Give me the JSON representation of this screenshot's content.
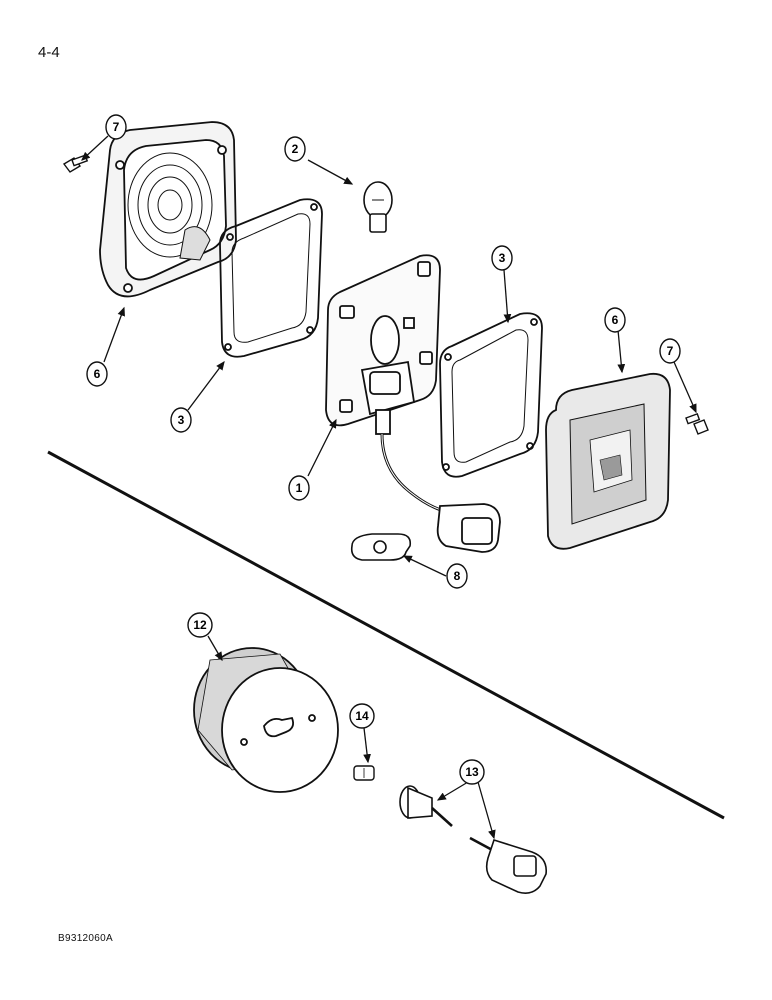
{
  "page": {
    "page_number": "4-4",
    "figure_code": "B9312060A"
  },
  "callouts": [
    {
      "id": "c7a",
      "label": "7",
      "part": "screw"
    },
    {
      "id": "c2",
      "label": "2",
      "part": "bulb"
    },
    {
      "id": "c6a",
      "label": "6",
      "part": "housing"
    },
    {
      "id": "c3a",
      "label": "3",
      "part": "gasket"
    },
    {
      "id": "c1",
      "label": "1",
      "part": "lamp-base-socket"
    },
    {
      "id": "c3b",
      "label": "3",
      "part": "gasket"
    },
    {
      "id": "c6b",
      "label": "6",
      "part": "lens"
    },
    {
      "id": "c7b",
      "label": "7",
      "part": "screw"
    },
    {
      "id": "c8",
      "label": "8",
      "part": "seal"
    },
    {
      "id": "c12",
      "label": "12",
      "part": "round-lamp"
    },
    {
      "id": "c14",
      "label": "14",
      "part": "bulb"
    },
    {
      "id": "c13",
      "label": "13",
      "part": "socket-and-connector"
    }
  ]
}
